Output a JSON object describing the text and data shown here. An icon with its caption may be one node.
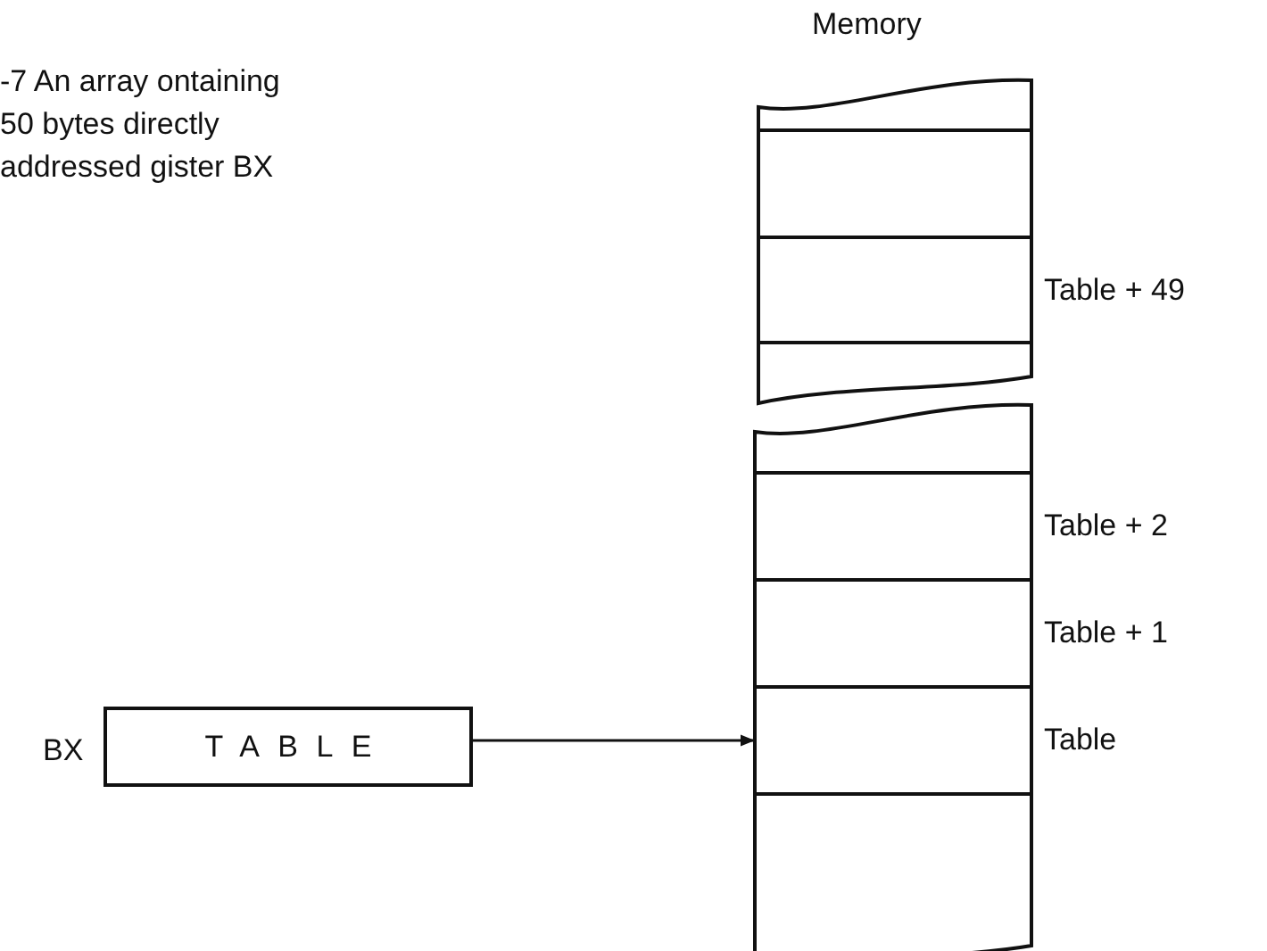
{
  "diagram": {
    "caption": "-7 An array ontaining 50 bytes directly addressed gister BX",
    "nodes": [
      {
        "text": [],
        "shape": "box"
      },
      {
        "text": [],
        "shape": "box"
      },
      {
        "text": [],
        "shape": "box",
        "beside": [
          "Table + 49"
        ]
      },
      {
        "text": [],
        "shape": "box"
      },
      {
        "text": [],
        "shape": "box"
      },
      {
        "text": [],
        "shape": "box",
        "beside": [
          "Table + 2"
        ]
      },
      {
        "text": [],
        "shape": "box",
        "beside": [
          "Table + 1"
        ]
      },
      {
        "text": [],
        "shape": "box",
        "beside": [
          "Table"
        ]
      },
      {
        "text": [],
        "shape": "box"
      },
      {
        "text": [
          "TABLE"
        ],
        "beside": [
          "BX"
        ]
      }
    ],
    "edges": [
      {
        "from": 9,
        "to": 7,
        "arrow": "to"
      }
    ],
    "labels": [
      "Memory"
    ]
  }
}
